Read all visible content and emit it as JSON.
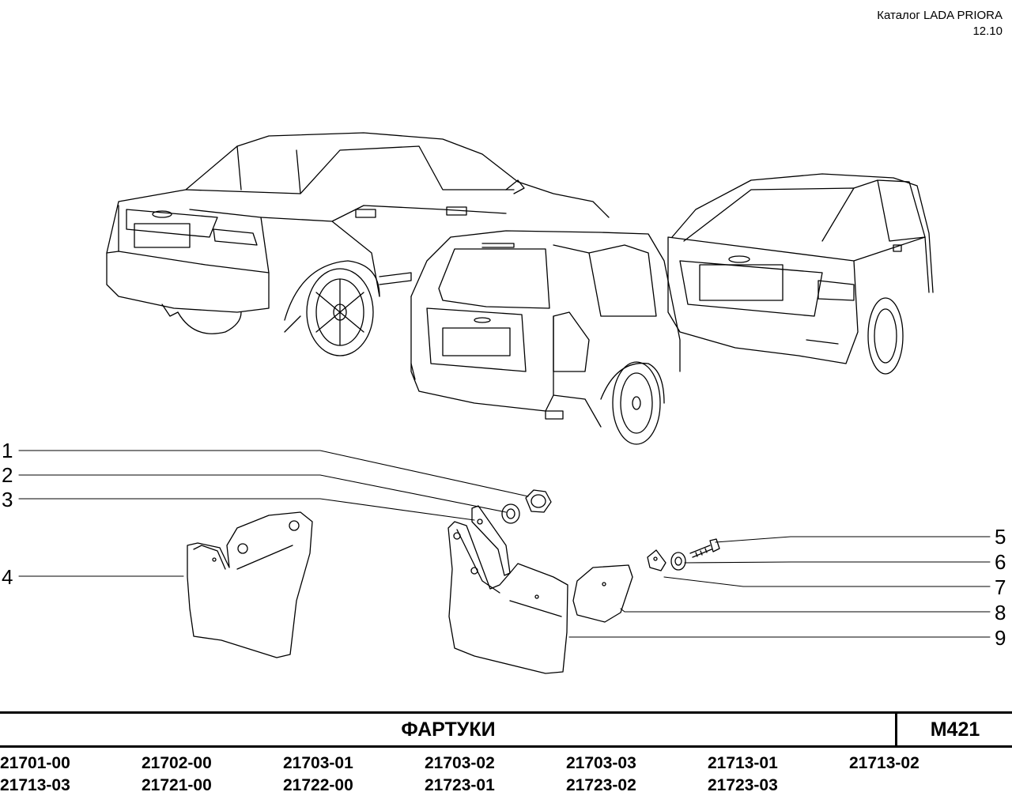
{
  "header": {
    "catalog": "Каталог  LADA  PRIORA",
    "date": "12.10"
  },
  "callouts": [
    "1",
    "2",
    "3",
    "4",
    "5",
    "6",
    "7",
    "8",
    "9"
  ],
  "footer": {
    "title": "ФАРТУКИ",
    "code": "М421"
  },
  "models": [
    [
      "21701-00",
      "21702-00",
      "21703-01",
      "21703-02",
      "21703-03",
      "21713-01",
      "21713-02"
    ],
    [
      "21713-03",
      "21721-00",
      "21722-00",
      "21723-01",
      "21723-02",
      "21723-03"
    ]
  ]
}
